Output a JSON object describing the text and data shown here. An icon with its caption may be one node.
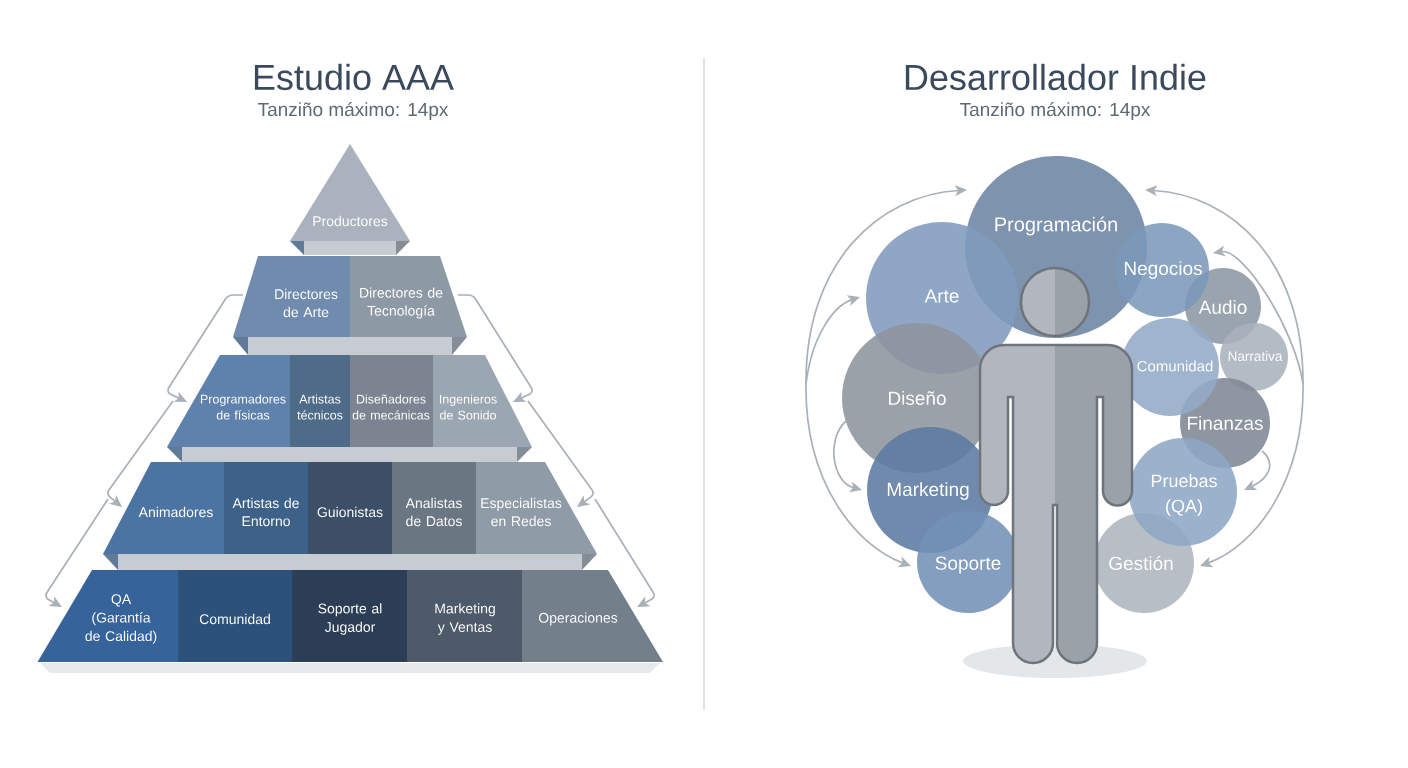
{
  "diagram": {
    "nodes": [
      {
        "text": [
          "Productores"
        ]
      },
      {
        "text": [
          "Directores de Arte"
        ]
      },
      {
        "text": [
          "Directores de Tecnología"
        ]
      },
      {
        "text": [
          "Programadores de físicas"
        ]
      },
      {
        "text": [
          "Artistas técnicos"
        ]
      },
      {
        "text": [
          "Diseñadores de mecánicas"
        ]
      },
      {
        "text": [
          "Ingenieros de Sonido"
        ]
      },
      {
        "text": [
          "Animadores"
        ]
      },
      {
        "text": [
          "Artistas de Entorno"
        ]
      },
      {
        "text": [
          "Guionistas"
        ]
      },
      {
        "text": [
          "Analistas de Datos"
        ]
      },
      {
        "text": [
          "Especialistas en Redes"
        ]
      },
      {
        "text": [
          "QA (Garantía de Calidad)"
        ]
      },
      {
        "text": [
          "Comunidad"
        ]
      },
      {
        "text": [
          "Soporte al Jugador"
        ]
      },
      {
        "text": [
          "Marketing y Ventas"
        ]
      },
      {
        "text": [
          "Operaciones"
        ]
      },
      {
        "text": [
          "Programación"
        ]
      },
      {
        "text": [
          "Arte"
        ]
      },
      {
        "text": [
          "Negocios"
        ]
      },
      {
        "text": [
          "Audio"
        ]
      },
      {
        "text": [
          "Narrativa"
        ]
      },
      {
        "text": [
          "Comunidad"
        ]
      },
      {
        "text": [
          "Diseño"
        ]
      },
      {
        "text": [
          "Finanzas"
        ]
      },
      {
        "text": [
          "Marketing"
        ]
      },
      {
        "text": [
          "Pruebas (QA)"
        ]
      },
      {
        "text": [
          "Soporte"
        ]
      },
      {
        "text": [
          "Gestión"
        ]
      }
    ],
    "edges": [
      {
        "from": 1,
        "to": 3,
        "arrow": "to"
      },
      {
        "from": 3,
        "to": 7,
        "arrow": "to"
      },
      {
        "from": 7,
        "to": 12,
        "arrow": "to"
      },
      {
        "from": 2,
        "to": 6,
        "arrow": "to"
      },
      {
        "from": 6,
        "to": 11,
        "arrow": "to"
      },
      {
        "from": 11,
        "to": 16,
        "arrow": "to"
      },
      {
        "from": null,
        "to": 17,
        "arrow": "to"
      },
      {
        "from": null,
        "to": 18,
        "arrow": "to"
      },
      {
        "from": null,
        "to": 27,
        "arrow": "to"
      },
      {
        "from": 23,
        "to": 25,
        "arrow": "to"
      },
      {
        "from": null,
        "to": 17,
        "arrow": "to"
      },
      {
        "from": null,
        "to": 19,
        "arrow": "to"
      },
      {
        "from": null,
        "to": 28,
        "arrow": "to"
      },
      {
        "from": 24,
        "to": 26,
        "arrow": "to"
      }
    ],
    "labels": [
      "Estudio AAA",
      "Tanziño máximo: 14px",
      "Desarrollador Indie",
      "Tanziño máximo: 14px"
    ]
  }
}
